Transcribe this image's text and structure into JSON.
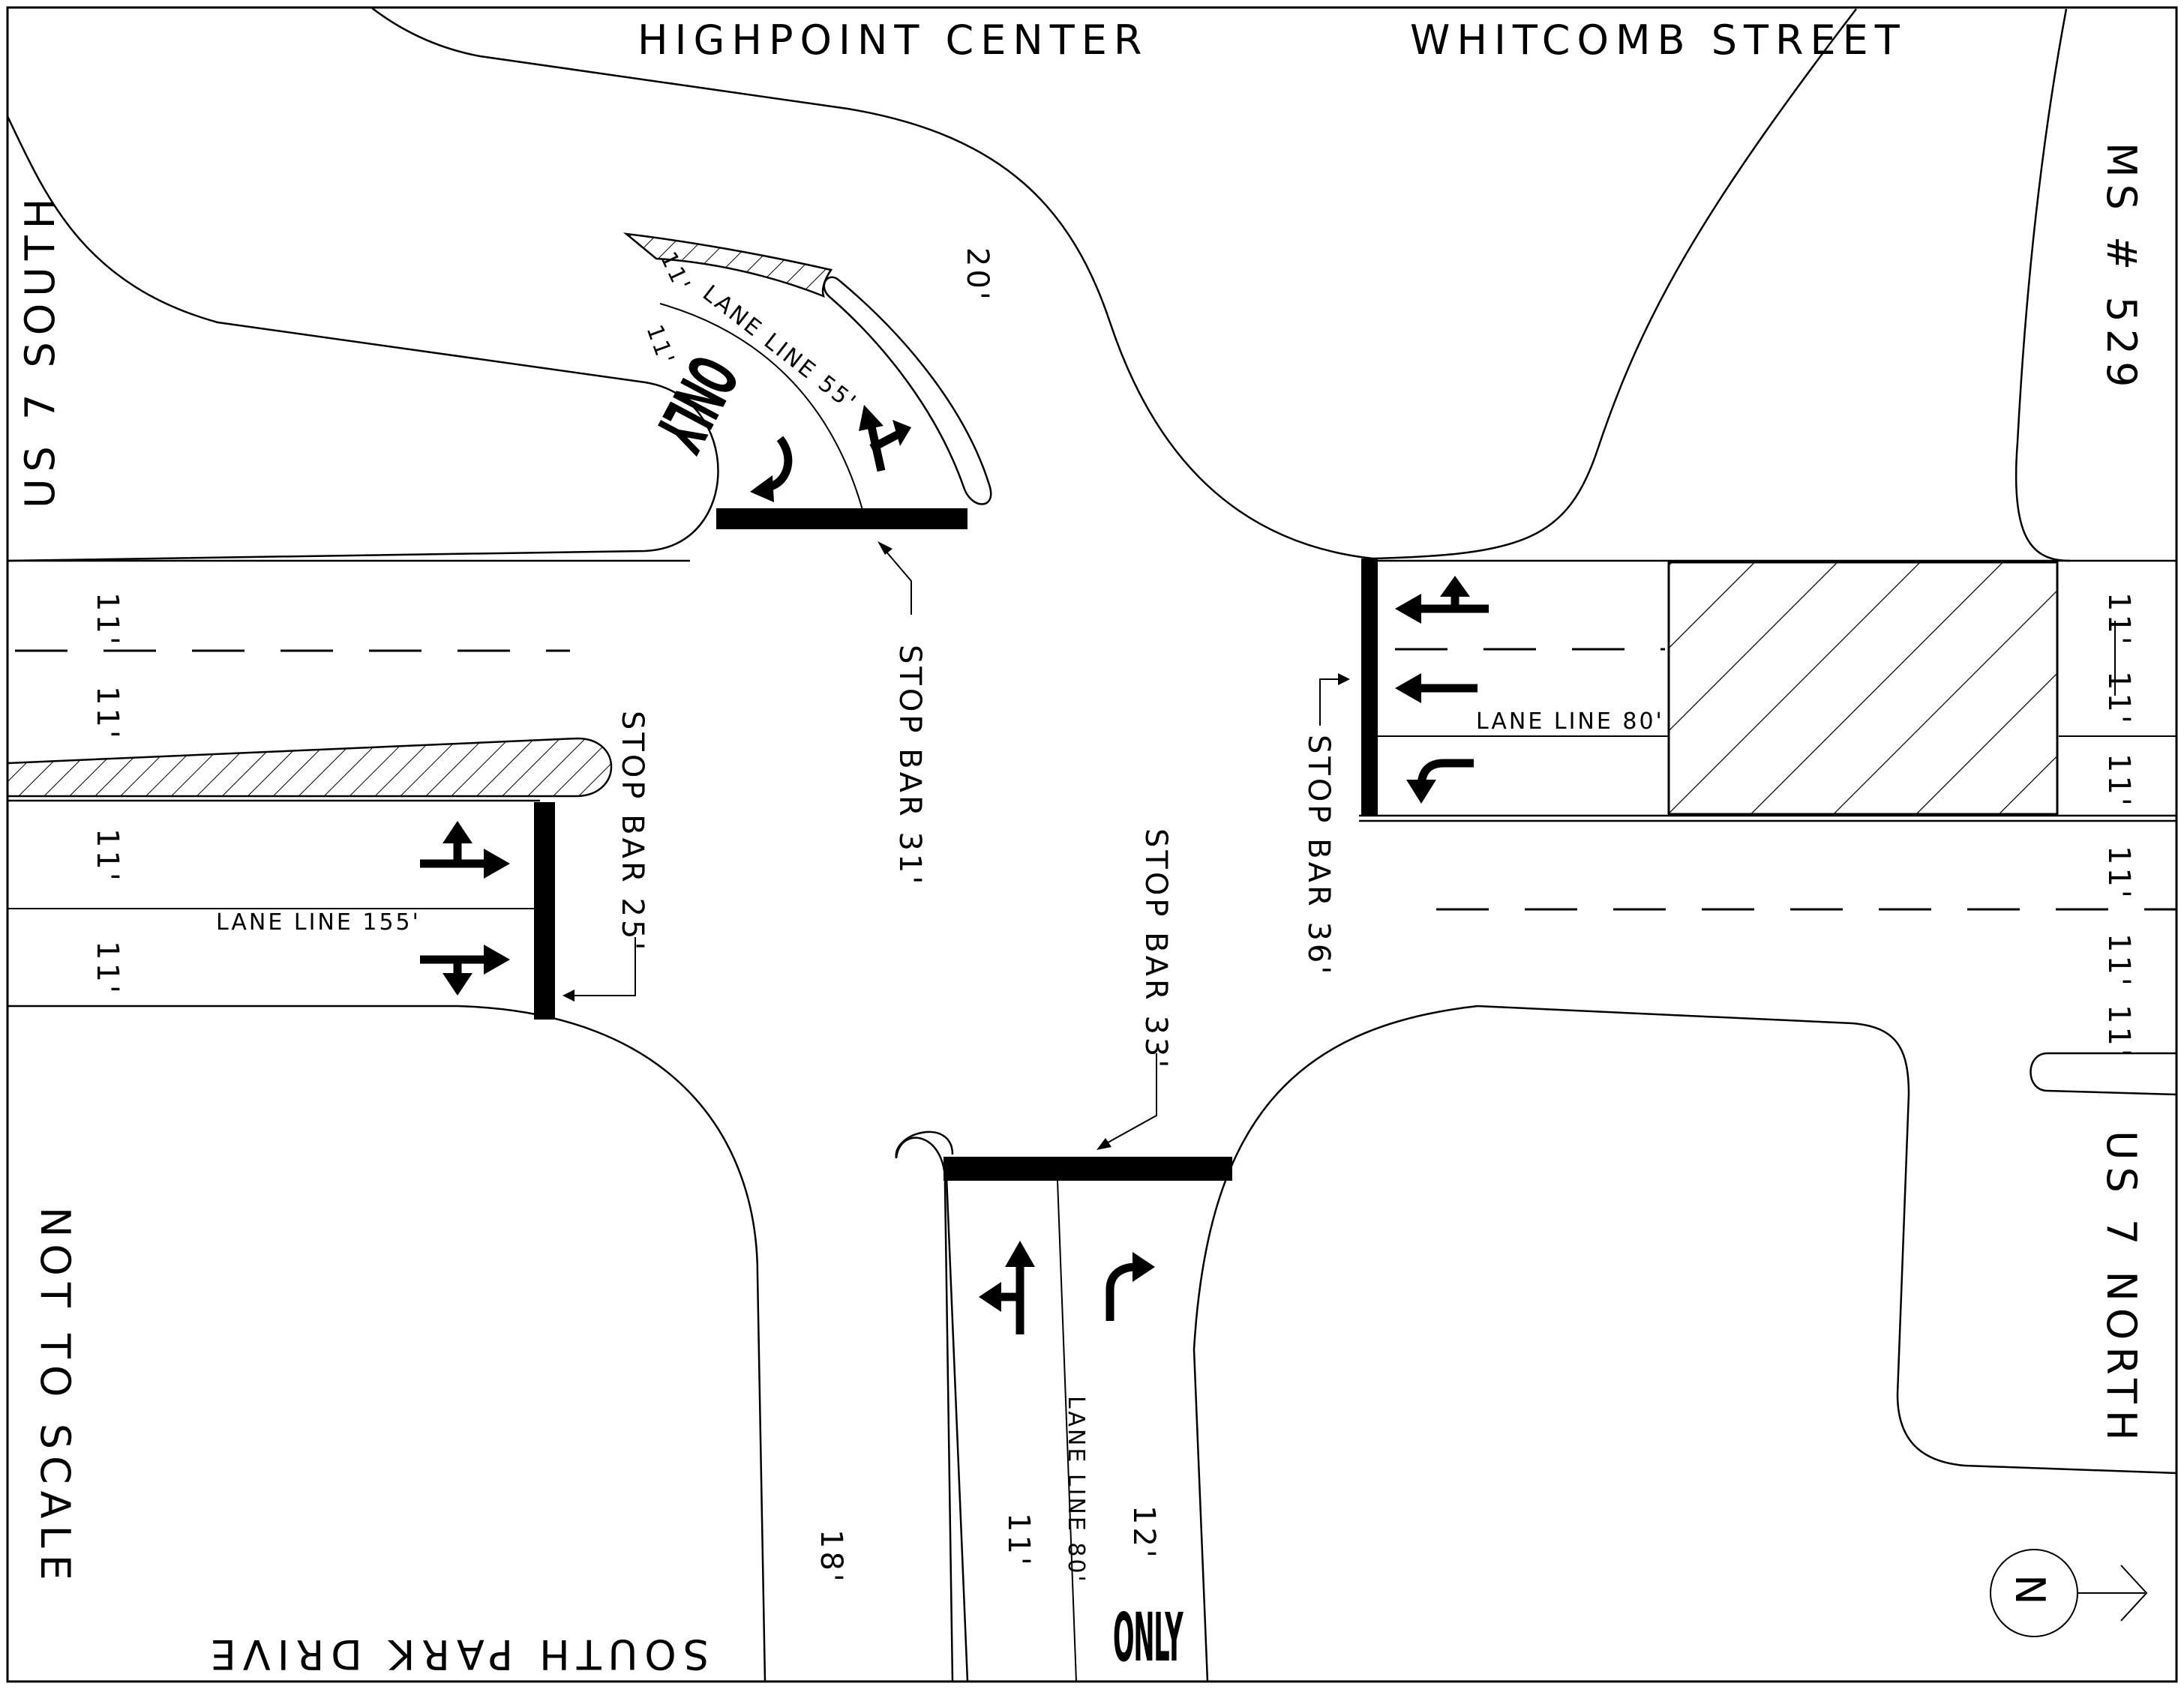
{
  "roads": {
    "highpoint": "HIGHPOINT CENTER",
    "whitcomb": "WHITCOMB STREET",
    "ms529": "MS # 529",
    "us7south": "US 7 SOUTH",
    "us7north": "US 7 NORTH",
    "southpark": "SOUTH PARK DRIVE"
  },
  "note": "NOT TO SCALE",
  "north_arrow": {
    "letter": "N"
  },
  "stop_bars": {
    "north_approach": "STOP BAR 31'",
    "west_approach": "STOP BAR 25'",
    "east_approach": "STOP BAR 36'",
    "south_approach": "STOP BAR 33'"
  },
  "lane_lines": {
    "north_approach": "LANE LINE 55'",
    "west_approach": "LANE LINE 155'",
    "east_approach": "LANE LINE 80'",
    "south_approach": "LANE LINE 80'"
  },
  "widths": {
    "north_island": "20'",
    "north_lane_outer": "11'",
    "north_lane_inner": "11'",
    "west_lane_1": "11'",
    "west_lane_2": "11'",
    "west_lane_3": "11'",
    "west_lane_4": "11'",
    "east_lane_1": "11'",
    "east_lane_2": "11'",
    "east_lane_3": "11'",
    "east_lane_4": "11'",
    "east_lane_5": "11'",
    "east_lane_6": "11'",
    "south_island": "18'",
    "south_lane_left": "11'",
    "south_lane_right": "12'"
  },
  "markings": {
    "only": "ONLY"
  },
  "colors": {
    "ink": "#000000",
    "paper": "#ffffff"
  }
}
